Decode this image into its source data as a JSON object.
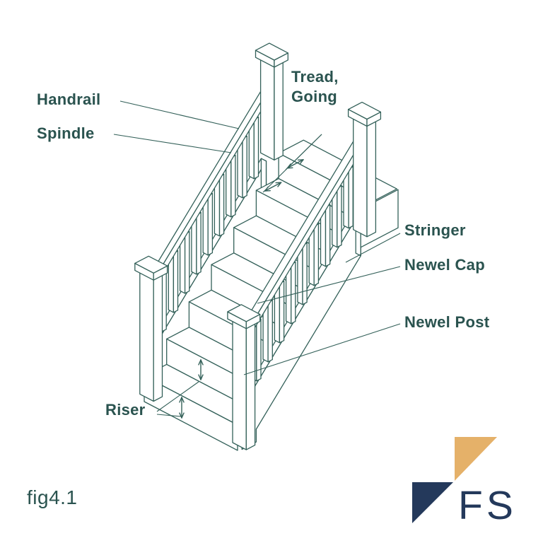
{
  "colors": {
    "line": "#336059",
    "text": "#2A534F",
    "logo_navy": "#24395B",
    "logo_gold": "#E5B169",
    "background": "#FFFFFF"
  },
  "diagram": {
    "labels": {
      "handrail": "Handrail",
      "spindle": "Spindle",
      "tread_going_line1": "Tread,",
      "tread_going_line2": "Going",
      "stringer": "Stringer",
      "newel_cap": "Newel Cap",
      "newel_post": "Newel Post",
      "riser": "Riser"
    },
    "fig_caption": "fig4.1"
  },
  "logo": {
    "text": "FS"
  }
}
